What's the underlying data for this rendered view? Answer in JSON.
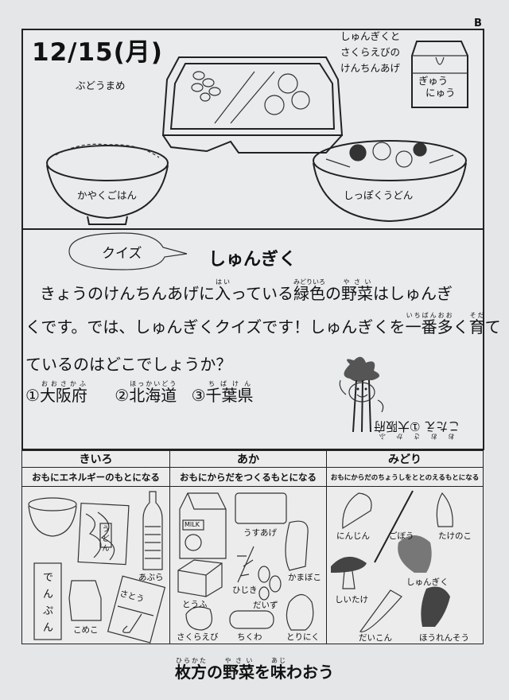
{
  "corner_mark": "B",
  "menu": {
    "date": "12/15(月)",
    "items": {
      "side": "ぶどうまめ",
      "main_line1": "しゅんぎくと",
      "main_line2": "さくらえびの",
      "main_line3": "けんちんあげ",
      "milk_line1": "ぎゅう",
      "milk_line2": "にゅう",
      "rice": "かやくごはん",
      "soup": "しっぽくうどん"
    }
  },
  "quiz": {
    "bubble": "クイズ",
    "title": "しゅんぎく",
    "line1": [
      {
        "t": "きょうのけんちんあげに"
      },
      {
        "k": "入",
        "r": "はい"
      },
      {
        "t": "っている"
      },
      {
        "k": "緑色",
        "r": "みどりいろ"
      },
      {
        "t": "の"
      },
      {
        "k": "野菜",
        "r": "やさい"
      },
      {
        "t": "はしゅんぎ"
      }
    ],
    "line2": [
      {
        "t": "くです。では、しゅんぎくクイズです！しゅんぎくを"
      },
      {
        "k": "一番多",
        "r": "いちばんおお"
      },
      {
        "t": "く"
      },
      {
        "k": "育",
        "r": "そだ"
      },
      {
        "t": "て"
      }
    ],
    "line3": [
      {
        "t": "ているのはどこでしょうか？"
      }
    ],
    "options": [
      {
        "num": "①",
        "k": "大阪府",
        "r": "おおさかふ"
      },
      {
        "num": "②",
        "k": "北海道",
        "r": "ほっかいどう"
      },
      {
        "num": "③",
        "k": "千葉県",
        "r": "ちばけん"
      }
    ],
    "answer": "こたえ ①大阪府",
    "answer_ruby": "おおさかふ"
  },
  "food_groups": [
    {
      "color_name": "きいろ",
      "desc": "おもにエネルギーのもとになる",
      "items": [
        "あぶら",
        "でんぷん",
        "こめこ",
        "さとう",
        "うどん"
      ]
    },
    {
      "color_name": "あか",
      "desc": "おもにからだをつくるもとになる",
      "items": [
        "うすあげ",
        "かまぼこ",
        "ひじき",
        "とうふ",
        "だいず",
        "さくらえび",
        "ちくわ",
        "とりにく",
        "MILK"
      ]
    },
    {
      "color_name": "みどり",
      "desc": "おもにからだのちょうしをととのえるもとになる",
      "items": [
        "にんじん",
        "ごぼう",
        "たけのこ",
        "しいたけ",
        "しゅんぎく",
        "だいこん",
        "ほうれんそう"
      ]
    }
  ],
  "footer": [
    {
      "k": "枚方",
      "r": "ひらかた"
    },
    {
      "t": "の"
    },
    {
      "k": "野菜",
      "r": "やさい"
    },
    {
      "t": "を"
    },
    {
      "k": "味",
      "r": "あじ"
    },
    {
      "t": "わおう"
    }
  ]
}
